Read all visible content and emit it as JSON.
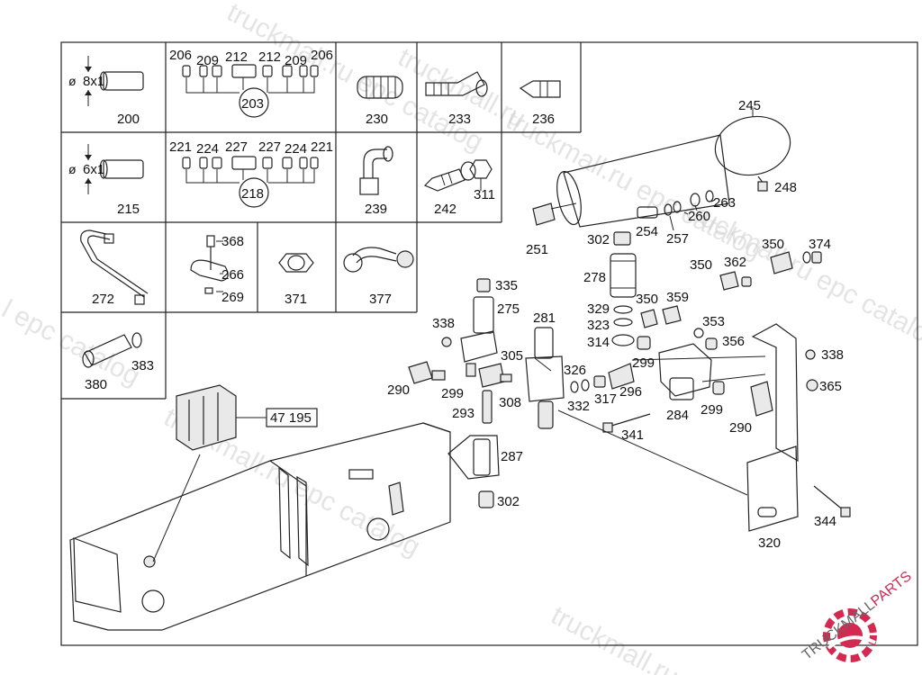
{
  "inset_cells": [
    {
      "id": "200",
      "dim": "8x1"
    },
    {
      "id": "203",
      "labels": [
        "206",
        "209",
        "212",
        "212",
        "209",
        "206"
      ]
    },
    {
      "id": "230"
    },
    {
      "id": "233"
    },
    {
      "id": "236"
    },
    {
      "id": "215",
      "dim": "6x1"
    },
    {
      "id": "218",
      "labels": [
        "221",
        "224",
        "227",
        "227",
        "224",
        "221"
      ]
    },
    {
      "id": "239"
    },
    {
      "id": "242",
      "extra": "311"
    },
    {
      "id": "272"
    },
    {
      "id": "266",
      "extra": [
        "368",
        "269"
      ]
    },
    {
      "id": "371"
    },
    {
      "id": "377"
    },
    {
      "id": "380",
      "extra": "383"
    }
  ],
  "reference_box": "47 195",
  "callouts": [
    "245",
    "248",
    "263",
    "260",
    "257",
    "254",
    "251",
    "302",
    "278",
    "335",
    "275",
    "281",
    "338",
    "305",
    "290",
    "299",
    "308",
    "293",
    "287",
    "302",
    "329",
    "323",
    "314",
    "326",
    "332",
    "317",
    "296",
    "299",
    "341",
    "284",
    "350",
    "359",
    "353",
    "356",
    "299",
    "290",
    "350",
    "362",
    "350",
    "374",
    "338",
    "365",
    "320",
    "344"
  ],
  "watermark": {
    "text_a": "truckmall.ru",
    "text_b": "epc catalog",
    "text_c": "truckmall.ru epc catalog",
    "text_d": "l epc catalog"
  },
  "logo": {
    "text_main": "TRUCKMALL",
    "text_accent": "PARTS",
    "accent_color": "#d42a52",
    "icon": "gear-logo-icon"
  }
}
